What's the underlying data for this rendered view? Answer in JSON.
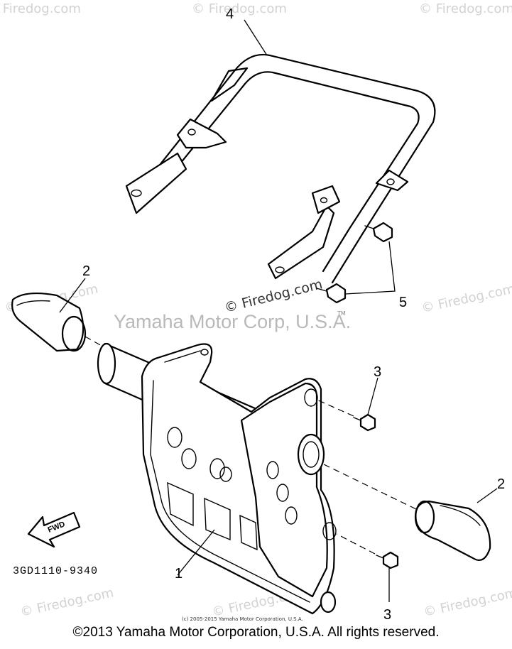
{
  "watermarks": {
    "firedog_repeat": "© Firedog.com",
    "firedog_main": "© Firedog.com",
    "trademark": "TM",
    "corporation": "Yamaha Motor Corp, U.S.A.",
    "small_copyright": "(c) 2005-2015 Yamaha Motor Corporation, U.S.A."
  },
  "callouts": {
    "grab_bar": "4",
    "bumper_plate": "1",
    "end_cap_left": "2",
    "end_cap_right": "2",
    "bolt_upper": "3",
    "bolt_lower": "3",
    "bolt_pair": "5"
  },
  "direction_label": "FWD",
  "part_code": "3GD1110-9340",
  "footer": "©2013 Yamaha Motor Corporation, U.S.A. All rights reserved."
}
